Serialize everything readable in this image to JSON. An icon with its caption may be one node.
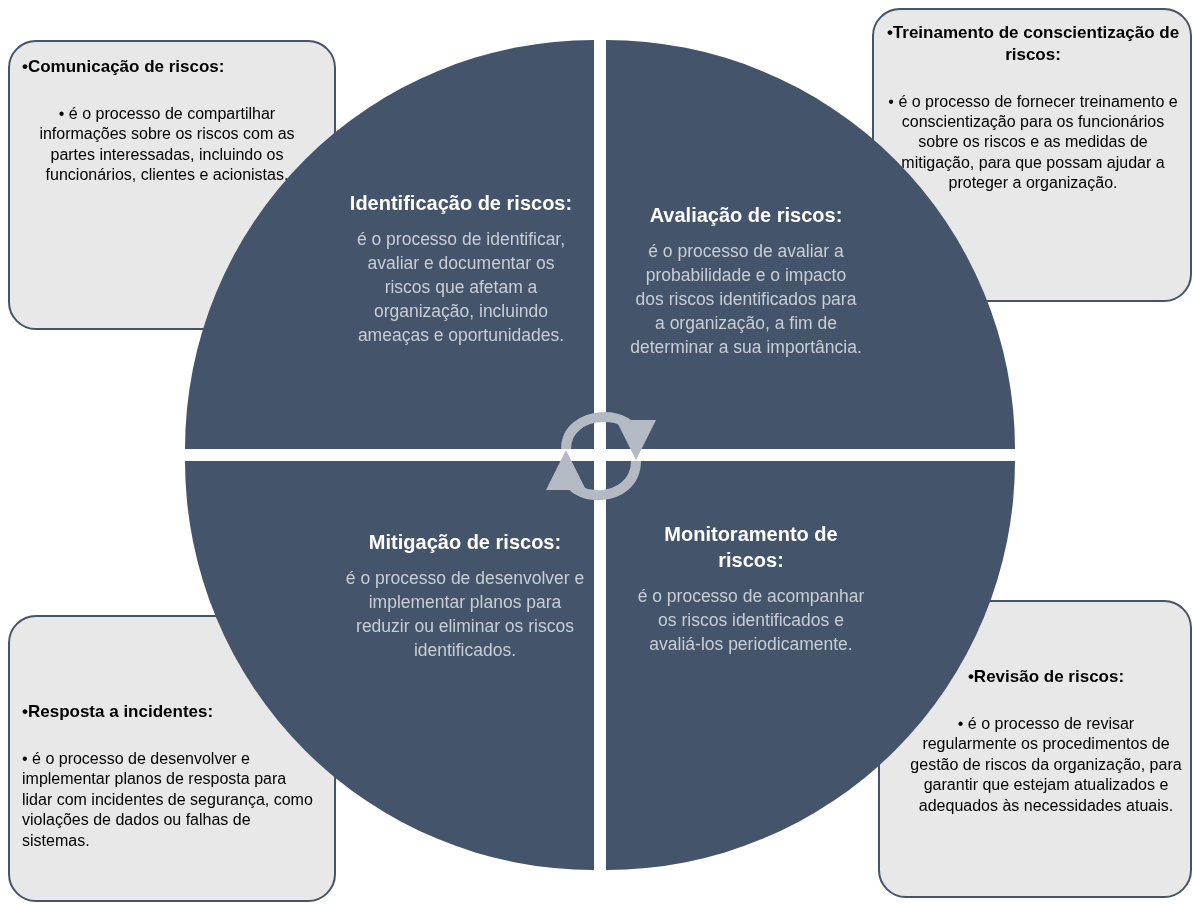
{
  "diagram": {
    "nodes": [
      {
        "text": [
          "•Comunicação de riscos:",
          "• é o processo de compartilhar informações sobre os riscos com as partes interessadas, incluindo os funcionários, clientes e acionistas."
        ]
      },
      {
        "text": [
          "•Treinamento de conscientização de riscos:",
          "• é o processo de fornecer treinamento e conscientização para os funcionários sobre os riscos e as medidas de mitigação, para que possam ajudar a proteger a organização."
        ]
      },
      {
        "text": [
          "Identificação de riscos:",
          "é o processo de identificar, avaliar e documentar os riscos que afetam a organização, incluindo ameaças e oportunidades."
        ]
      },
      {
        "text": [
          "Avaliação de riscos:",
          "é o processo de avaliar a probabilidade e o impacto dos riscos identificados para a organização, a fim de determinar a sua importância."
        ]
      },
      {
        "text": [
          "Mitigação de riscos:",
          "é o processo de desenvolver e implementar planos para reduzir ou eliminar os riscos identificados."
        ]
      },
      {
        "text": [
          "Monitoramento de riscos:",
          "é o processo de acompanhar os riscos identificados e avaliá-los periodicamente."
        ]
      },
      {
        "text": [
          "•Resposta a incidentes:",
          "• é o processo de desenvolver e implementar planos de resposta para lidar com incidentes de segurança, como violações de dados ou falhas de sistemas."
        ]
      },
      {
        "text": [
          "•Revisão de riscos:",
          "• é o processo de revisar regularmente os procedimentos de gestão de riscos da organização, para garantir que estejam atualizados e adequados às necessidades atuais."
        ]
      }
    ],
    "edges": [
      {
        "from": 2,
        "to": 3,
        "arrow": "to"
      },
      {
        "from": 5,
        "to": 4,
        "arrow": "to"
      }
    ]
  }
}
